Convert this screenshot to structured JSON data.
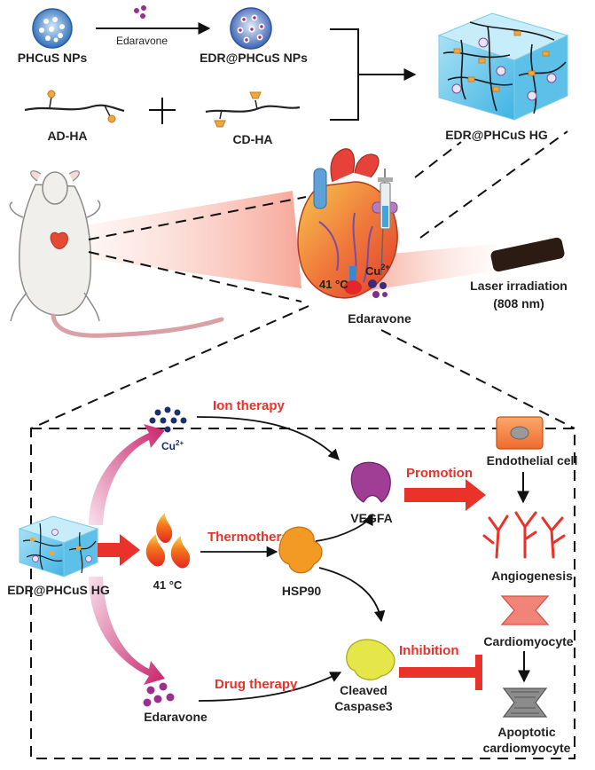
{
  "top": {
    "phcus_label": "PHCuS NPs",
    "drug_arrow_label": "Edaravone",
    "edr_np_label": "EDR@PHCuS NPs",
    "adha_label": "AD-HA",
    "cdha_label": "CD-HA",
    "hydrogel_label": "EDR@PHCuS HG"
  },
  "middle": {
    "temp_label": "41 °C",
    "cu_label": "Cu",
    "cu_sup": "2+",
    "drug_label": "Edaravone",
    "laser_label_1": "Laser irradiation",
    "laser_label_2": "(808 nm)"
  },
  "mechanism": {
    "cu_label": "Cu",
    "cu_sup": "2+",
    "ion_therapy": "Ion therapy",
    "thermotherapy": "Thermotherapy",
    "drug_therapy": "Drug therapy",
    "hydrogel_label": "EDR@PHCuS HG",
    "temp_label": "41 °C",
    "hsp_label": "HSP90",
    "vegfa_label": "VEGFA",
    "promotion": "Promotion",
    "inhibition": "Inhibition",
    "caspase_1": "Cleaved",
    "caspase_2": "Caspase3",
    "edaravone_label": "Edaravone",
    "endothelial": "Endothelial cell",
    "angiogenesis": "Angiogenesis",
    "cardiomyocyte": "Cardiomyocyte",
    "apoptotic_1": "Apoptotic",
    "apoptotic_2": "cardiomyocyte"
  },
  "colors": {
    "red": "#e8322a",
    "nanoparticle": "#2e6fb8",
    "drug_dot": "#9a2f8f",
    "hydrogel": "#6ec9ec",
    "cu_dot": "#1c2f6e"
  }
}
